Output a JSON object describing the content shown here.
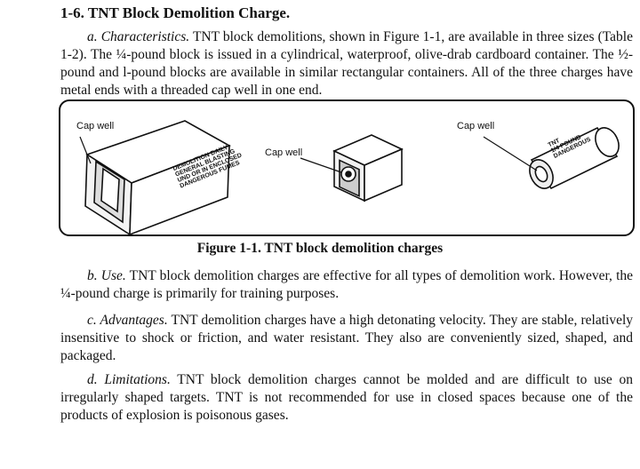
{
  "document": {
    "heading": "1-6. TNT Block Demolition Charge.",
    "paragraphs": {
      "a": {
        "label": "a. Characteristics.",
        "text": " TNT block demolitions, shown in Figure 1-1, are available in three sizes (Table 1-2). The ¼-pound block is issued in a cylindrical, waterproof, olive-drab cardboard container. The ½-pound and l-pound blocks are available in similar rectangular containers. All of the three charges have metal ends with a threaded cap well in one end."
      },
      "b": {
        "label": "b. Use.",
        "text": " TNT block demolition charges are effective for all types of demolition work. However, the ¼-pound charge is primarily for training purposes."
      },
      "c": {
        "label": "c. Advantages.",
        "text": " TNT demolition charges have a high detonating velocity. They are stable, relatively insensitive to shock or friction, and water resistant. They also are conveniently sized, shaped, and packaged."
      },
      "d": {
        "label": "d. Limitations.",
        "text": " TNT block demolition charges cannot be molded and are difficult to use on irregularly shaped targets. TNT is not recommended for use in closed spaces because one of the products of explosion is poisonous gases."
      }
    }
  },
  "figure": {
    "caption": "Figure 1-1.  TNT block demolition charges",
    "callouts": [
      "Cap well",
      "Cap well",
      "Cap well"
    ],
    "large_block_text": "DEMOLITION DAILY\nGENERAL BLASTING\nUND OR IN ENCLOSED\nDANGEROUS FUMES",
    "cylinder_text": "TNT\n1/4 POUND\nDANGEROUS"
  }
}
